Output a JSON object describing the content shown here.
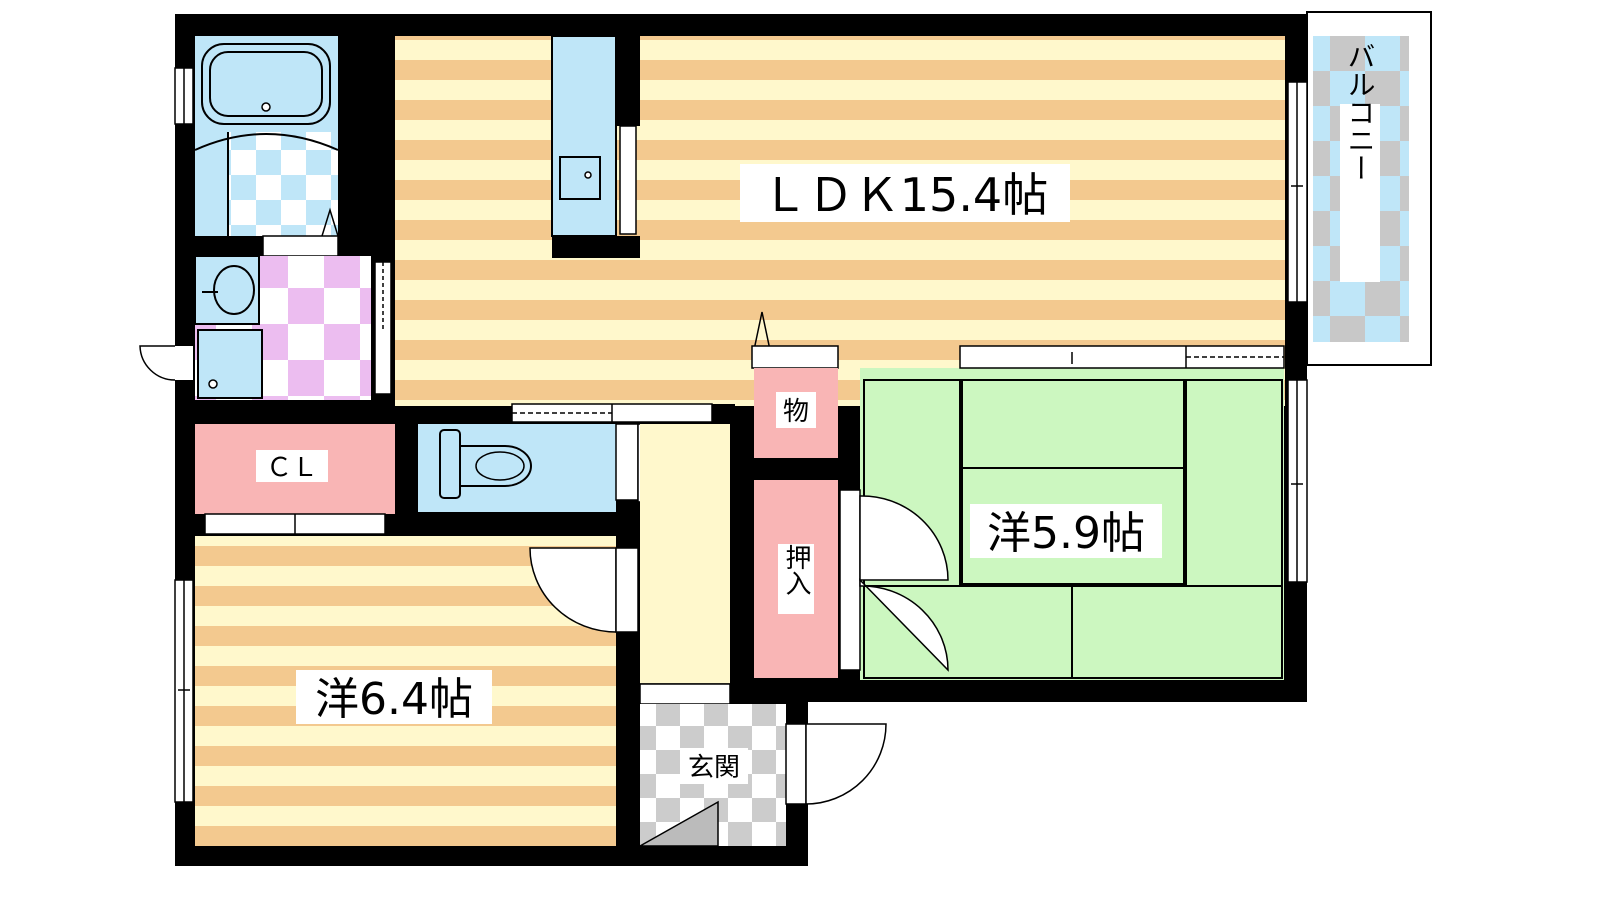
{
  "labels": {
    "ldk": "ＬＤＫ15.4帖",
    "western_large": "洋6.4帖",
    "western_small": "洋5.9帖",
    "closet": "ＣＬ",
    "storage": "物",
    "oshiire": "押入",
    "entrance": "玄関",
    "balcony": "バルコニー"
  },
  "colors": {
    "wall": "#000000",
    "floor_stripe": "#f3c98f",
    "floor_base": "#fff8cc",
    "storage_pink": "#f9b5b5",
    "water_blue": "#bfe6f8",
    "tatami": "#ccf7c0",
    "washroom_pink": "#ecbdf0",
    "entrance_gray": "#cccccc",
    "balcony_gray": "#c8c8c8"
  }
}
